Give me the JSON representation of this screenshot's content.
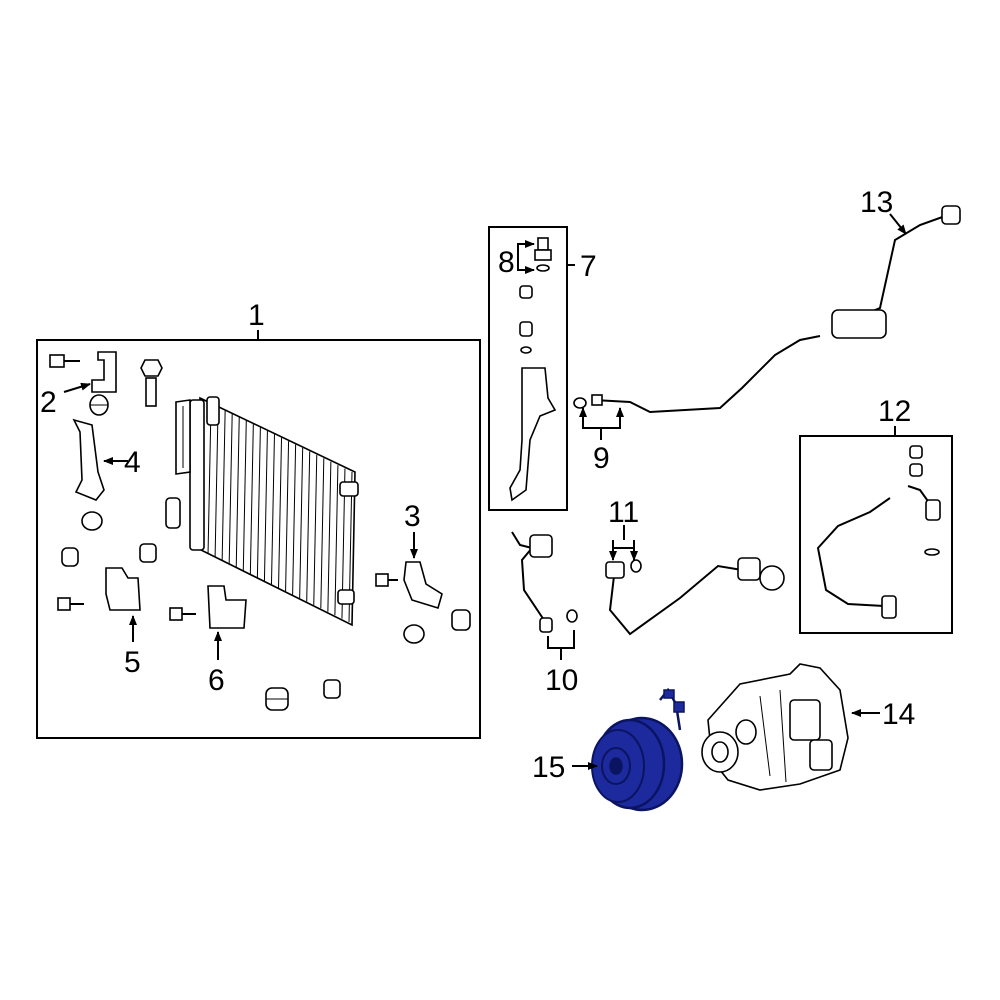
{
  "callouts": {
    "c1": "1",
    "c2": "2",
    "c3": "3",
    "c4": "4",
    "c5": "5",
    "c6": "6",
    "c7": "7",
    "c8": "8",
    "c9": "9",
    "c10": "10",
    "c11": "11",
    "c12": "12",
    "c13": "13",
    "c14": "14",
    "c15": "15"
  },
  "colors": {
    "line": "#000000",
    "background": "#ffffff",
    "highlight": "#1c2a9e",
    "highlight_dark": "#0b1460"
  },
  "highlighted_part": "15"
}
